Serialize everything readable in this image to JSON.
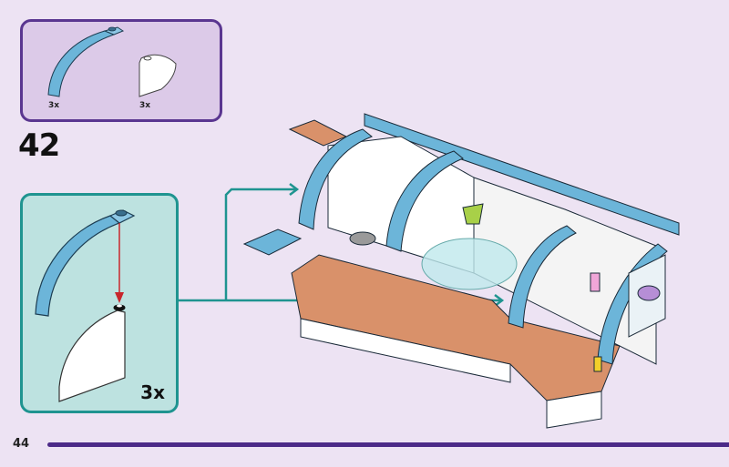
{
  "page": {
    "page_number": "44",
    "step_number": "42"
  },
  "parts_list": {
    "items": [
      {
        "name": "light-blue-arch",
        "color": "#6cb5d9",
        "quantity": "3x"
      },
      {
        "name": "white-curved-slope",
        "color": "#ffffff",
        "quantity": "3x"
      }
    ]
  },
  "sub_assembly": {
    "quantity": "3x"
  },
  "colors": {
    "page_bg": "#ede3f3",
    "parts_box_bg": "#dccae8",
    "parts_box_border": "#5a3690",
    "sub_box_bg": "#bde2e0",
    "sub_box_border": "#1f9490",
    "rule": "#4c2a88",
    "brick_blue": "#6cb5d9",
    "brick_tan": "#d9916a",
    "arrow_red": "#c8262c"
  }
}
